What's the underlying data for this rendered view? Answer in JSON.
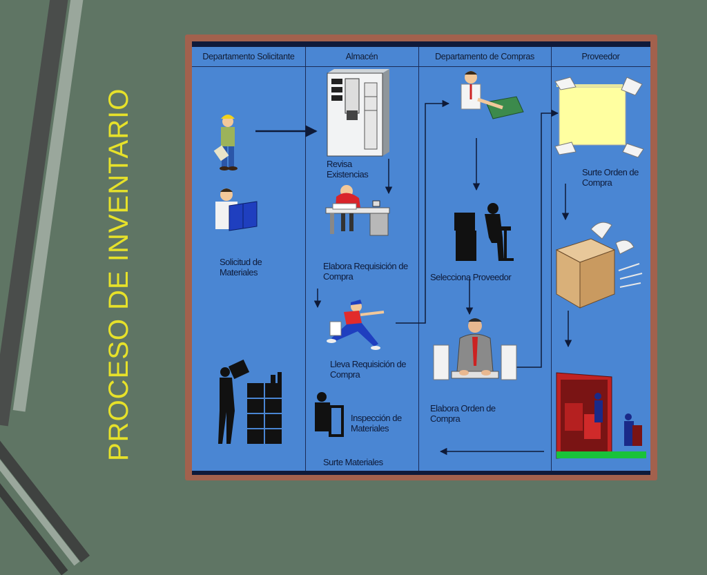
{
  "slide": {
    "title": "PROCESO DE INVENTARIO"
  },
  "colors": {
    "background": "#5f7564",
    "title": "#e6e12a",
    "diagram_bg": "#4a86d3",
    "frame": "#a2614d"
  },
  "lanes": [
    {
      "label": "Departamento Solicitante"
    },
    {
      "label": "Almacén"
    },
    {
      "label": "Departamento de Compras"
    },
    {
      "label": "Proveedor"
    }
  ],
  "steps": {
    "solicitud": "Solicitud de Materiales",
    "revisa": "Revisa Existencias",
    "elabora_req": "Elabora Requisición de Compra",
    "lleva_req": "Lleva Requisición de Compra",
    "inspeccion": "Inspección de Materiales",
    "surte_mat": "Surte Materiales",
    "selecciona": "Selecciona Proveedor",
    "elabora_orden": "Elabora Orden de Compra",
    "surte_orden": "Surte Orden de Compra"
  },
  "icons": [
    "worker-icon",
    "reader-icon",
    "server-cabinet-icon",
    "desk-worker-icon",
    "running-courier-icon",
    "office-clerk-icon",
    "computer-user-icon",
    "manager-desk-icon",
    "folder-handoff-icon",
    "flying-box-icon",
    "warehouse-truck-icon",
    "worker-shelves-icon",
    "inspector-icon"
  ]
}
